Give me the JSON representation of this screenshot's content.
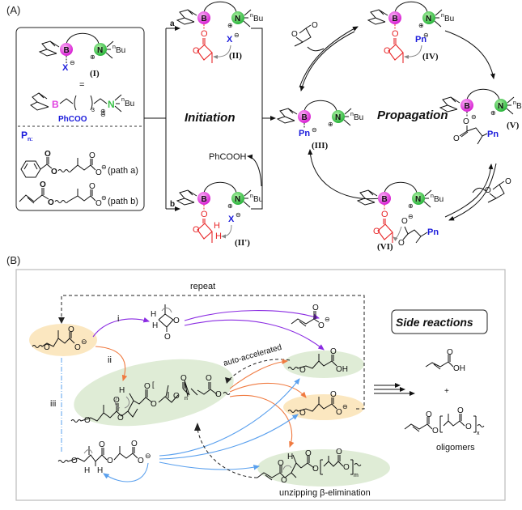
{
  "panel_labels": {
    "a": "(A)",
    "b": "(B)"
  },
  "colors": {
    "boron": "#e040e0",
    "nitrogen": "#3cc24a",
    "anion": "#1a1adb",
    "lactone": "#e8282a",
    "path_i": "#8a2be2",
    "path_ii": "#f07a40",
    "path_iii": "#5aa0ee",
    "highlight_green": "#dfecd6",
    "highlight_orange": "#fbe7c0"
  },
  "panel_a": {
    "catalyst": {
      "label": "(I)",
      "boron": "B",
      "nitrogen": "N",
      "butyl": "nBu",
      "anion": "X",
      "equals": "=",
      "chain_subscript": "3",
      "counterion": "PhCOO"
    },
    "pn_legend": {
      "title": "Pn:",
      "path_a": "(path a)",
      "path_b": "(path b)"
    },
    "initiation": {
      "title": "Initiation",
      "branch_a": "a",
      "branch_b": "b",
      "intermediate_a": "(II)",
      "intermediate_b": "(II')",
      "byproduct": "PhCOOH",
      "anion": "X"
    },
    "propagation": {
      "title": "Propagation",
      "intermediates": [
        "(III)",
        "(IV)",
        "(V)",
        "(VI)"
      ],
      "chain": "Pn"
    }
  },
  "panel_b": {
    "repeat_label": "repeat",
    "paths": [
      "i",
      "ii",
      "iii"
    ],
    "auto_label": "auto-accelerated",
    "side_reactions_title": "Side reactions",
    "unzipping_label": "unzipping β-elimination",
    "oligomers_label": "oligomers",
    "plus": "+",
    "subscripts": {
      "n": "n",
      "m": "m",
      "x": "x"
    },
    "atoms": {
      "H": "H",
      "O": "O",
      "OH": "OH"
    }
  }
}
